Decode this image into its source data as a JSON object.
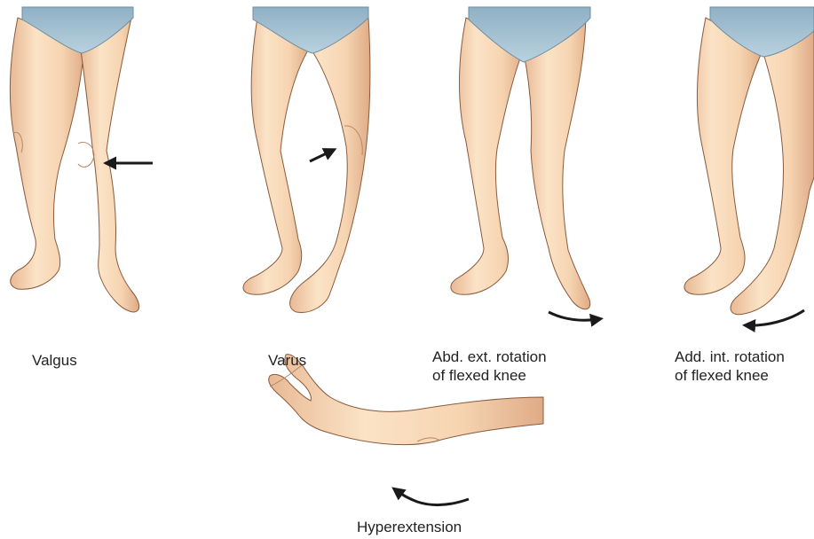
{
  "panels": [
    {
      "id": "valgus",
      "label_line1": "Valgus",
      "label_line2": ""
    },
    {
      "id": "varus",
      "label_line1": "Varus",
      "label_line2": ""
    },
    {
      "id": "abd-ext-rotation",
      "label_line1": "Abd. ext. rotation",
      "label_line2": "of flexed knee"
    },
    {
      "id": "add-int-rotation",
      "label_line1": "Add. int. rotation",
      "label_line2": "of flexed knee"
    },
    {
      "id": "hyperextension",
      "label_line1": "Hyperextension",
      "label_line2": ""
    }
  ],
  "colors": {
    "skin": "#f6d8b6",
    "skin_shade": "#d9a882",
    "outline": "#8a5a3c",
    "underwear": "#a9c5d6",
    "arrow": "#1a1a1a",
    "text": "#222222"
  }
}
